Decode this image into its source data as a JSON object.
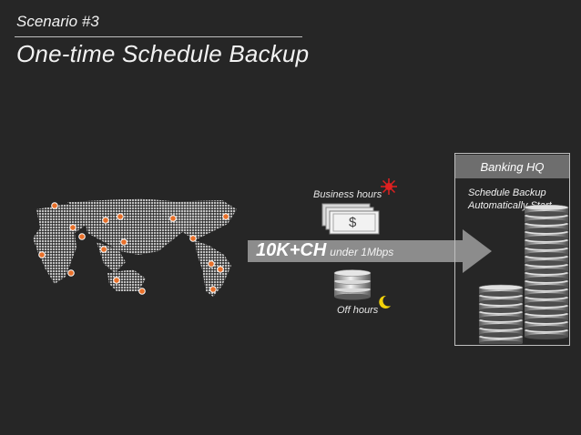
{
  "header": {
    "scenario": "Scenario #3",
    "title": "One-time Schedule Backup"
  },
  "transfer": {
    "speed": "10K+CH",
    "speed_note": "under 1Mbps"
  },
  "business": {
    "label": "Business hours",
    "money_symbol": "$"
  },
  "off_hours": {
    "label": "Off hours"
  },
  "hq": {
    "title": "Banking HQ",
    "line1": "Schedule Backup",
    "line2": "Automatically Start"
  },
  "colors": {
    "background": "#262626",
    "arrow": "#8c8c8c",
    "marker": "#e8702a",
    "sun": "#e02020",
    "moon": "#f2d20a"
  }
}
